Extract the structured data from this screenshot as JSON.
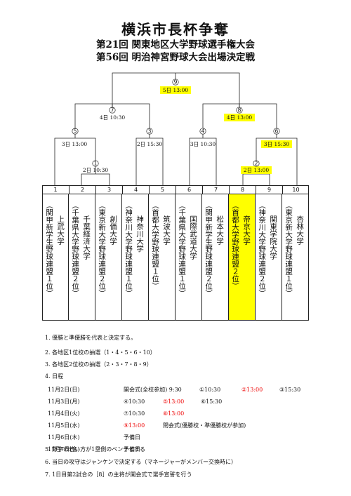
{
  "title": "横浜市長杯争奪",
  "subtitle1": "第21回 関東地区大学野球選手権大会",
  "subtitle2": "第56回 明治神宮野球大会出場決定戦",
  "matches": {
    "m1": {
      "no": "1",
      "time": "2日 10:30",
      "highlight": false
    },
    "m2": {
      "no": "2",
      "time": "2日 13:00",
      "highlight": true
    },
    "m3": {
      "no": "3",
      "time": "2日 15:30",
      "highlight": false
    },
    "m4": {
      "no": "4",
      "time": "3日 10:30",
      "highlight": false
    },
    "m5": {
      "no": "5",
      "time": "3日 13:00",
      "highlight": false
    },
    "m6": {
      "no": "6",
      "time": "3日 15:30",
      "highlight": true
    },
    "m7": {
      "no": "7",
      "time": "4日 10:30",
      "highlight": false
    },
    "m8": {
      "no": "8",
      "time": "4日 13:00",
      "highlight": true
    },
    "m9": {
      "no": "9",
      "time": "5日 13:00",
      "highlight": true
    }
  },
  "teams": [
    {
      "no": "1",
      "col1": "（関甲新学生野球連盟１位）",
      "col2": "上武大学",
      "highlight": false
    },
    {
      "no": "2",
      "col1": "（千葉県大学野球連盟２位）",
      "col2": "千葉経済大学",
      "highlight": false
    },
    {
      "no": "3",
      "col1": "（東京新大学野球連盟２位）",
      "col2": "創価大学",
      "highlight": false
    },
    {
      "no": "4",
      "col1": "（神奈川大学野球連盟１位）",
      "col2": "神奈川大学",
      "highlight": false
    },
    {
      "no": "5",
      "col1": "（首都大学野球連盟１位）",
      "col2": "筑波大学",
      "highlight": false
    },
    {
      "no": "6",
      "col1": "（千葉県大学野球連盟１位）",
      "col2": "国際武道大学",
      "highlight": false
    },
    {
      "no": "7",
      "col1": "（関甲新学生野球連盟２位）",
      "col2": "松本大学",
      "highlight": false
    },
    {
      "no": "8",
      "col1": "（首都大学野球連盟２位）",
      "col2": "帝京大学",
      "highlight": true
    },
    {
      "no": "9",
      "col1": "（神奈川大学野球連盟２位）",
      "col2": "関東学院大学",
      "highlight": false
    },
    {
      "no": "10",
      "col1": "（東京新大学野球連盟１位）",
      "col2": "杏林大学",
      "highlight": false
    }
  ],
  "notes": {
    "n1": "1. 優勝と準優勝を代表と決定する。",
    "n2": "2. 各地区1位校の抽選（1・4・5・6・10）",
    "n3": "3. 各地区2位校の抽選（2・3・7・8・9）",
    "n4": "4. 日程",
    "n5": "5. 数字の若い方が1塁側のベンチとする",
    "n6": "6. 当日の攻守はジャンケンで決定する（マネージャーがメンバー交換時に）",
    "n7": "7. 1日目第2試合の［8］の主将が開会式で選手宣誓を行う"
  },
  "schedule": [
    {
      "date": "11月2日(日)",
      "a": "開会式(全校参加) 9:30",
      "b": "①10:30",
      "c": "②13:00",
      "d": "③15:30"
    },
    {
      "date": "11月3日(月)",
      "a": "④10:30",
      "b": "⑤13:00",
      "c": "⑥15:30",
      "d": ""
    },
    {
      "date": "11月4日(火)",
      "a": "⑦10:30",
      "b": "⑧13:00",
      "c": "",
      "d": ""
    },
    {
      "date": "11月5日(水)",
      "a": "⑨13:00",
      "b": "閉会式(優勝校・準優勝校が参加)",
      "c": "",
      "d": ""
    },
    {
      "date": "11月6日(木)",
      "a": "予備日",
      "b": "",
      "c": "",
      "d": ""
    },
    {
      "date": "11月7日(金)",
      "a": "予備日",
      "b": "",
      "c": "",
      "d": ""
    }
  ],
  "colors": {
    "highlight": "#ffff00",
    "red": "#e00000"
  }
}
